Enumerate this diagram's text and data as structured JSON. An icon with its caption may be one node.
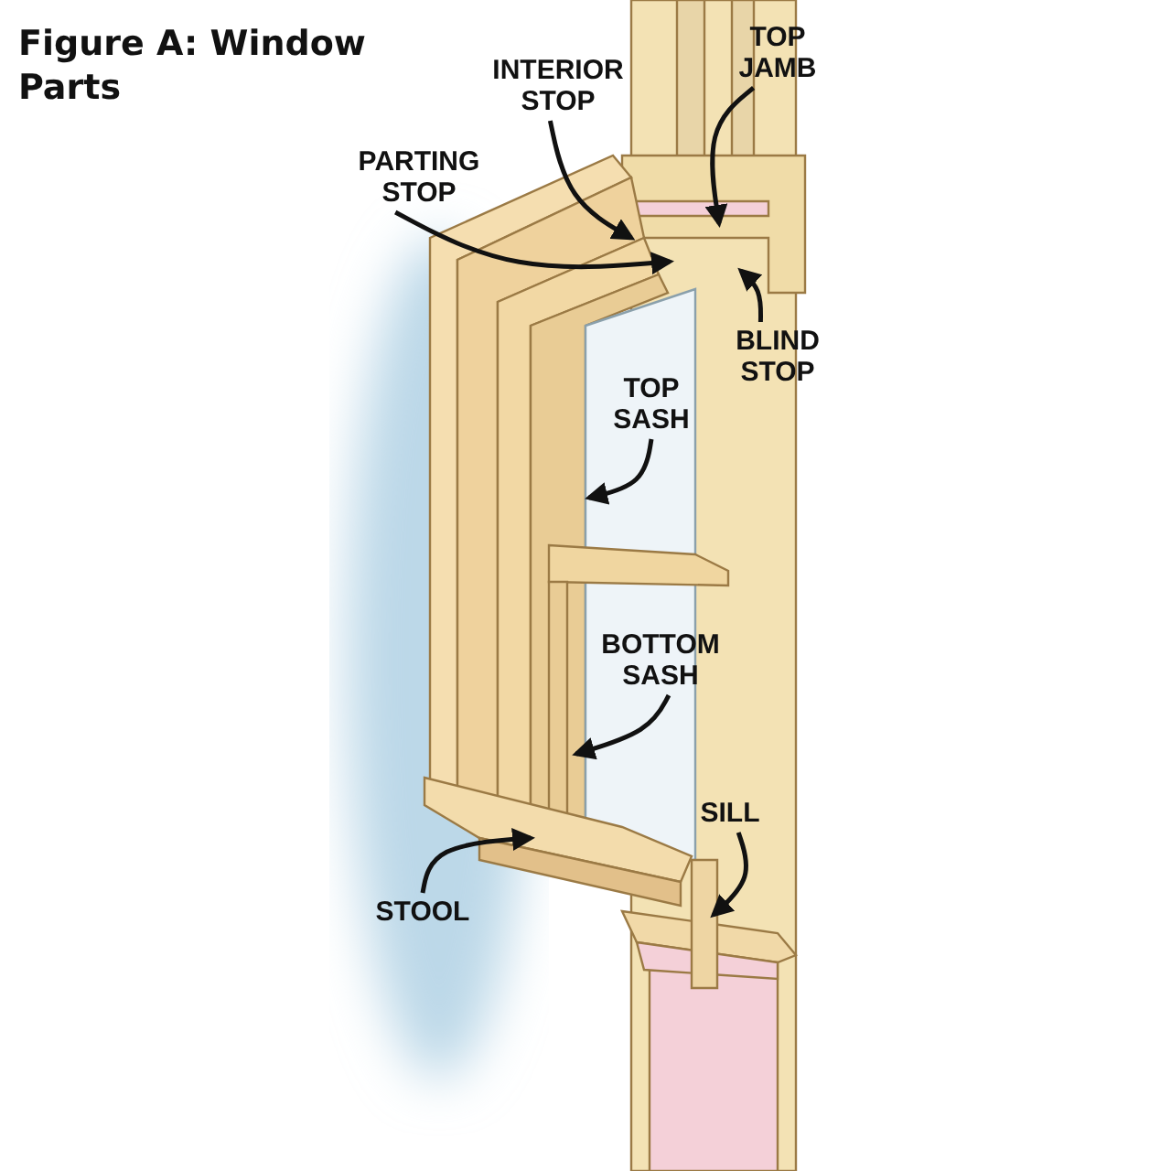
{
  "diagram": {
    "title": "Figure A: Window Parts",
    "nodes": [
      {
        "text": [
          "INTERIOR STOP"
        ]
      },
      {
        "text": [
          "TOP JAMB"
        ]
      },
      {
        "text": [
          "PARTING STOP"
        ]
      },
      {
        "text": [
          "BLIND STOP"
        ]
      },
      {
        "text": [
          "TOP SASH"
        ]
      },
      {
        "text": [
          "BOTTOM SASH"
        ]
      },
      {
        "text": [
          "SILL"
        ]
      },
      {
        "text": [
          "STOOL"
        ]
      }
    ],
    "edges": [
      {
        "from": 0,
        "to": null,
        "arrow": "to"
      },
      {
        "from": 1,
        "to": null,
        "arrow": "to"
      },
      {
        "from": 2,
        "to": null,
        "arrow": "to"
      },
      {
        "from": 3,
        "to": null,
        "arrow": "to"
      },
      {
        "from": 4,
        "to": null,
        "arrow": "to"
      },
      {
        "from": 5,
        "to": null,
        "arrow": "to"
      },
      {
        "from": 6,
        "to": null,
        "arrow": "to"
      },
      {
        "from": 7,
        "to": null,
        "arrow": "to"
      }
    ]
  }
}
